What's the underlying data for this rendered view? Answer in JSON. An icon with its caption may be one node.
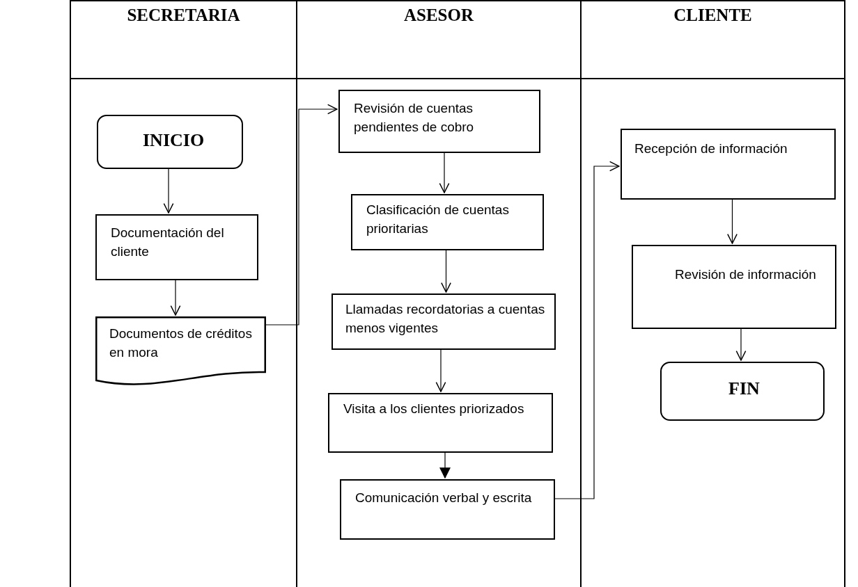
{
  "diagram": {
    "nodes": [
      {
        "text": [
          "SECRETARIA"
        ]
      },
      {
        "text": [
          "ASESOR"
        ]
      },
      {
        "text": [
          "CLIENTE"
        ]
      },
      {
        "text": [
          "INICIO"
        ],
        "in": 0
      },
      {
        "text": [
          "Documentación del cliente"
        ],
        "in": 0
      },
      {
        "text": [
          "Documentos de créditos en mora"
        ],
        "in": 0
      },
      {
        "text": [
          "Revisión de cuentas pendientes de cobro"
        ],
        "in": 1
      },
      {
        "text": [
          "Clasificación de cuentas prioritarias"
        ],
        "in": 1
      },
      {
        "text": [
          "Llamadas recordatorias a cuentas menos vigentes"
        ],
        "in": 1
      },
      {
        "text": [
          "Visita a los clientes priorizados"
        ],
        "in": 1
      },
      {
        "text": [
          "Comunicación verbal y escrita"
        ],
        "in": 1
      },
      {
        "text": [
          "Recepción de información"
        ],
        "in": 2
      },
      {
        "text": [
          "Revisión de información"
        ],
        "in": 2
      },
      {
        "text": [
          "FIN"
        ],
        "in": 2
      }
    ],
    "edges": [
      {
        "from": 3,
        "to": 4,
        "arrow": "to"
      },
      {
        "from": 4,
        "to": 5,
        "arrow": "to"
      },
      {
        "from": 5,
        "to": 6,
        "arrow": "to"
      },
      {
        "from": 6,
        "to": 7,
        "arrow": "to"
      },
      {
        "from": 7,
        "to": 8,
        "arrow": "to"
      },
      {
        "from": 8,
        "to": 9,
        "arrow": "to"
      },
      {
        "from": 9,
        "to": 10,
        "arrow": "to"
      },
      {
        "from": 10,
        "to": 11,
        "arrow": "to"
      },
      {
        "from": 11,
        "to": 12,
        "arrow": "to"
      },
      {
        "from": 12,
        "to": 13,
        "arrow": "to"
      }
    ]
  }
}
